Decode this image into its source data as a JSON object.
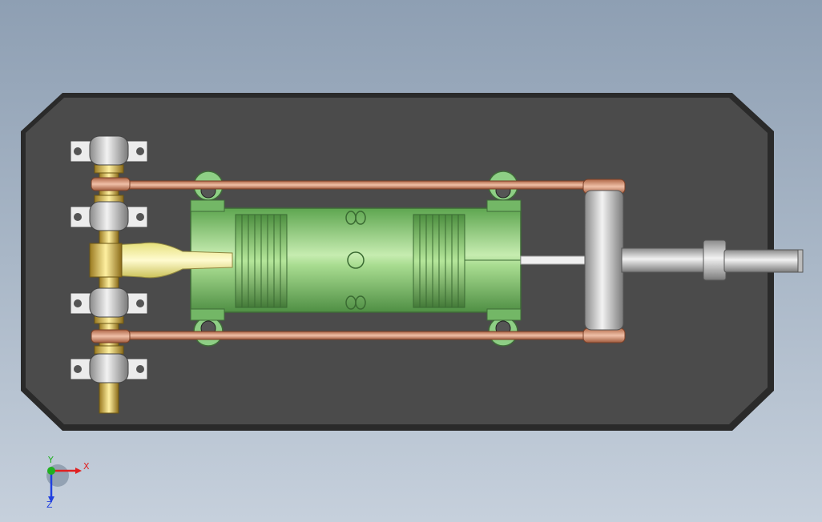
{
  "viewport": {
    "background_top": "#8e9fb3",
    "background_bottom": "#c6d0dc"
  },
  "model": {
    "base_plate_color": "#4a4a4a",
    "cylinder_color": "#7ac46a",
    "rod_color": "#d99a7a",
    "bearing_color": "#c8c8c8",
    "shaft_color": "#d4b84a"
  },
  "triad": {
    "x_label": "X",
    "y_label": "Y",
    "z_label": "Z",
    "x_color": "#e02020",
    "y_color": "#20b020",
    "z_color": "#2040e0"
  }
}
